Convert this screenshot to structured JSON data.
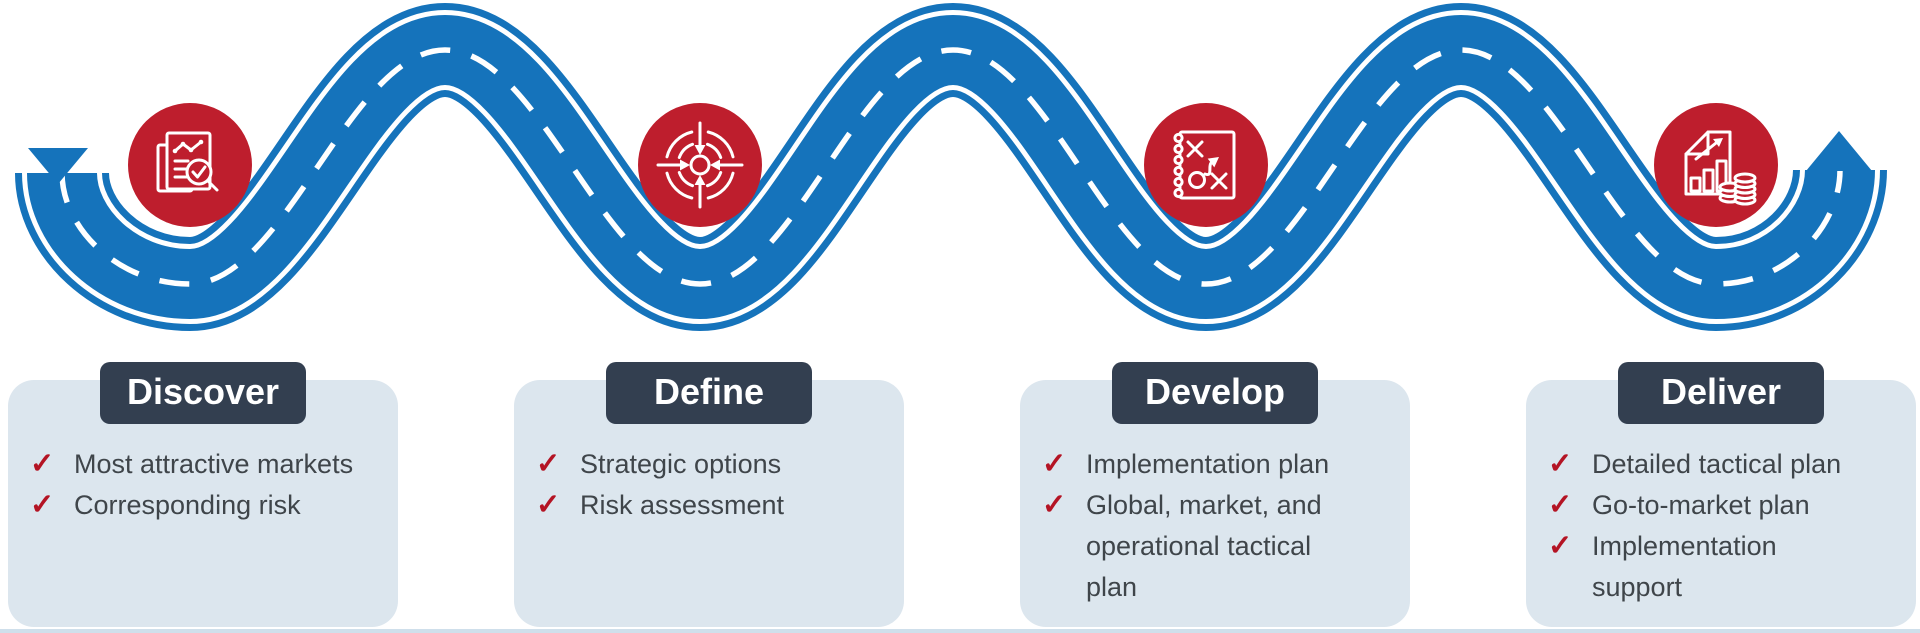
{
  "stages": [
    {
      "name": "Discover",
      "icon": "research-documents-icon",
      "items": [
        "Most attractive markets",
        "Corresponding risk"
      ]
    },
    {
      "name": "Define",
      "icon": "target-arrows-icon",
      "items": [
        "Strategic options",
        "Risk assessment"
      ]
    },
    {
      "name": "Develop",
      "icon": "strategy-playbook-icon",
      "items": [
        "Implementation plan",
        "Global, market, and\noperational tactical\nplan"
      ]
    },
    {
      "name": "Deliver",
      "icon": "report-coins-icon",
      "items": [
        "Detailed tactical plan",
        "Go-to-market plan",
        "Implementation\nsupport"
      ]
    }
  ],
  "check_glyph": "✓",
  "road": {
    "start_marker": "down-triangle",
    "end_marker": "up-triangle"
  },
  "colors": {
    "road_blue": "#1573bb",
    "icon_red": "#be1e2d",
    "header_navy": "#333f50",
    "card_bg": "#dce6ee",
    "text_gray": "#3f454a",
    "check_red": "#b41424",
    "bottom_bar": "#cfdfeb"
  }
}
